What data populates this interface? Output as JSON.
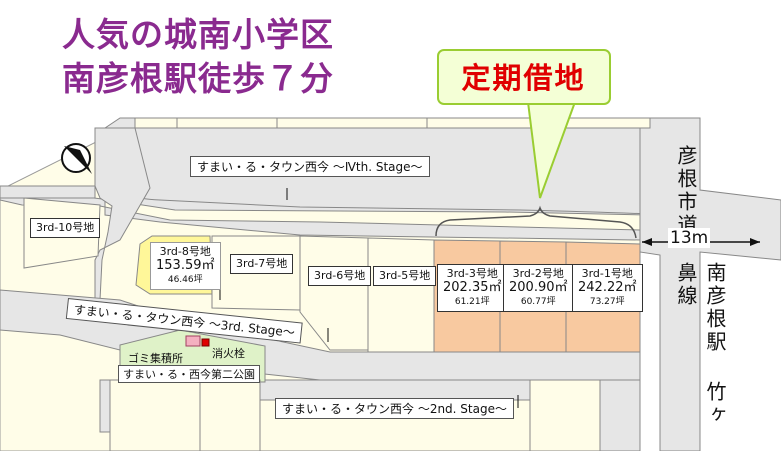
{
  "headline": {
    "line1": "人気の城南小学区",
    "line2": "南彦根駅徒歩７分"
  },
  "callout": {
    "label": "定期借地",
    "color": "#e00000"
  },
  "roads": {
    "stage4": "すまい・る・タウン西今 ～Ⅳth. Stage～",
    "stage3": "すまい・る・タウン西今 ～3rd. Stage～",
    "stage2": "すまい・る・タウン西今 ～2nd. Stage～",
    "city_road": "彦根市道",
    "width": "13m",
    "station_street": "南彦根駅 竹ヶ鼻線"
  },
  "lots": [
    {
      "id": "3rd-10号地"
    },
    {
      "id": "3rd-8号地",
      "area": "153.59㎡",
      "tsubo": "46.46坪"
    },
    {
      "id": "3rd-7号地"
    },
    {
      "id": "3rd-6号地"
    },
    {
      "id": "3rd-5号地"
    },
    {
      "id": "3rd-3号地",
      "area": "202.35㎡",
      "tsubo": "61.21坪"
    },
    {
      "id": "3rd-2号地",
      "area": "200.90㎡",
      "tsubo": "60.77坪"
    },
    {
      "id": "3rd-1号地",
      "area": "242.22㎡",
      "tsubo": "73.27坪"
    }
  ],
  "park": {
    "garbage": "ゴミ集積所",
    "hydrant": "消火栓",
    "name": "すまい・る・西今第二公園"
  },
  "colors": {
    "headline": "#8a2a8f",
    "road": "#e6e6e6",
    "plot": "#fffde8",
    "lease_lot": "#f8c9a0",
    "selected_lot": "#fff799",
    "park": "#dff2c8",
    "callout_fill": "#f4ffd6",
    "callout_border": "#9acd32"
  },
  "icons": [
    "north-arrow-icon",
    "hydrant-icon",
    "garbage-station-icon"
  ]
}
